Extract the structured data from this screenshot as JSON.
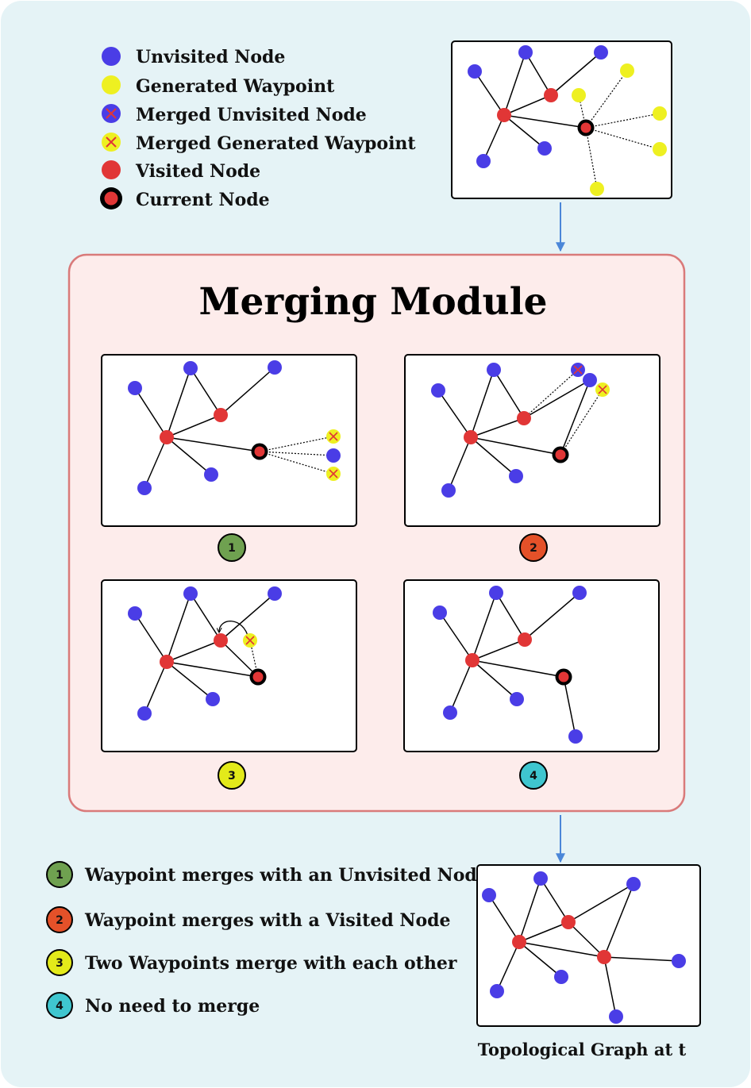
{
  "legend": {
    "items": [
      {
        "label": "Unvisited Node",
        "icon": "blue-node-icon"
      },
      {
        "label": "Generated Waypoint",
        "icon": "yellow-waypoint-icon"
      },
      {
        "label": "Merged Unvisited Node",
        "icon": "blue-node-cross-icon"
      },
      {
        "label": "Merged Generated Waypoint",
        "icon": "yellow-waypoint-cross-icon"
      },
      {
        "label": "Visited Node",
        "icon": "red-node-icon"
      },
      {
        "label": "Current Node",
        "icon": "red-node-black-ring-icon"
      }
    ]
  },
  "module": {
    "title": "Merging Module",
    "steps": [
      "1",
      "2",
      "3",
      "4"
    ]
  },
  "cases": {
    "items": [
      {
        "num": "1",
        "label": "Waypoint merges with an Unvisited Node"
      },
      {
        "num": "2",
        "label": "Waypoint merges with a Visited Node"
      },
      {
        "num": "3",
        "label": "Two Waypoints merge with each other"
      },
      {
        "num": "4",
        "label": "No need to merge"
      }
    ]
  },
  "output": {
    "caption": "Topological Graph at t"
  },
  "colors": {
    "background": "#e5f3f6",
    "module_fill": "#fdeceb",
    "module_border": "#d97a7a",
    "unvisited": "#4a3de6",
    "waypoint": "#eef021",
    "visited": "#e13636",
    "cross": "#e13636",
    "arrow": "#4a86d8",
    "step1": "#6fa150",
    "step2": "#e45129",
    "step3": "#e3ea1a",
    "step4": "#3fc6cf"
  }
}
